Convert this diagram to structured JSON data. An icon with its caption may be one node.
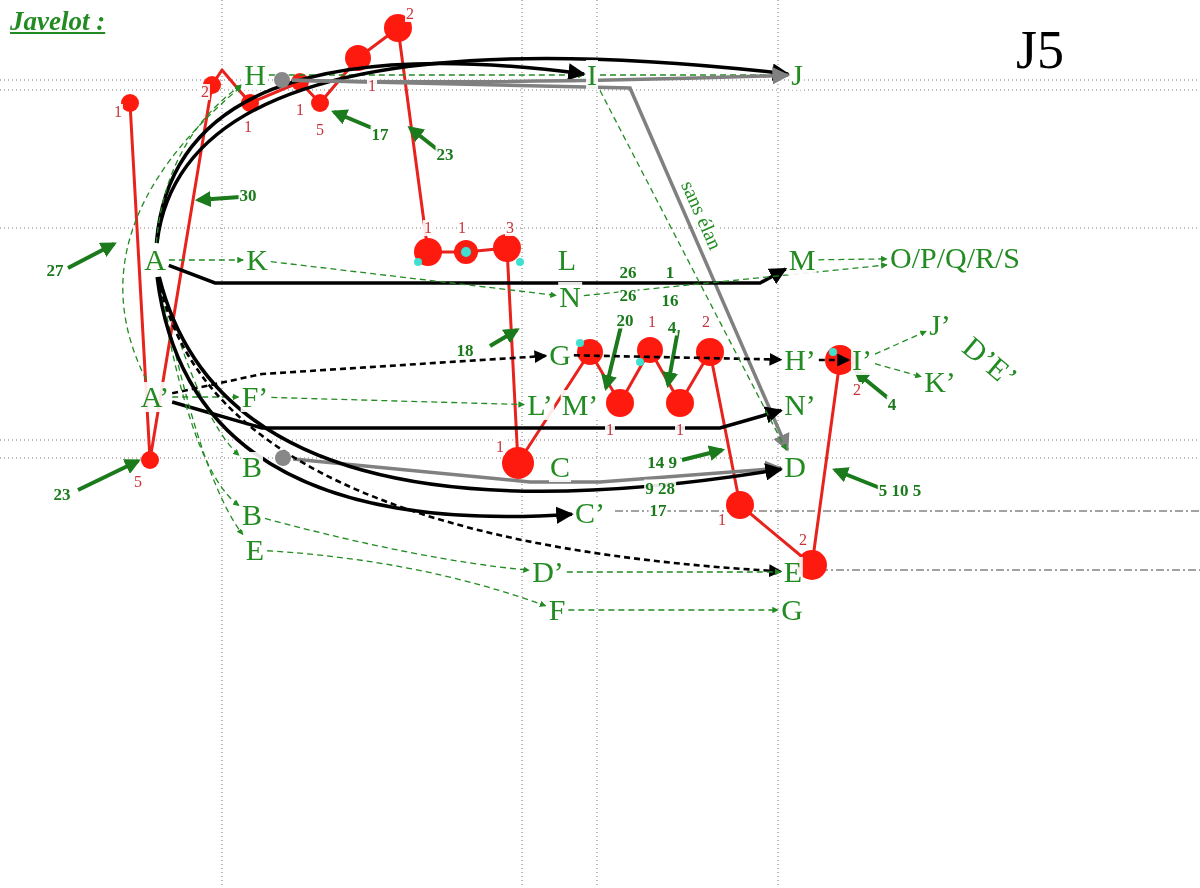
{
  "diagram": {
    "title": "Javelot :",
    "nodes": [
      {
        "text": [
          "H"
        ]
      },
      {
        "text": [
          "I"
        ]
      },
      {
        "text": [
          "J"
        ]
      },
      {
        "text": [
          "A"
        ]
      },
      {
        "text": [
          "K"
        ]
      },
      {
        "text": [
          "L"
        ]
      },
      {
        "text": [
          "M"
        ]
      },
      {
        "text": [
          "O/P/Q/R/S"
        ]
      },
      {
        "text": [
          "N"
        ]
      },
      {
        "text": [
          "G"
        ]
      },
      {
        "text": [
          "H’"
        ]
      },
      {
        "text": [
          "I’"
        ]
      },
      {
        "text": [
          "J’"
        ]
      },
      {
        "text": [
          "K’"
        ]
      },
      {
        "text": [
          "A’"
        ]
      },
      {
        "text": [
          "F’"
        ]
      },
      {
        "text": [
          "L’"
        ]
      },
      {
        "text": [
          "M’"
        ]
      },
      {
        "text": [
          "N’"
        ]
      },
      {
        "text": [
          "B"
        ]
      },
      {
        "text": [
          "C"
        ]
      },
      {
        "text": [
          "D"
        ]
      },
      {
        "text": [
          "B"
        ]
      },
      {
        "text": [
          "C’"
        ]
      },
      {
        "text": [
          "E"
        ]
      },
      {
        "text": [
          "D’"
        ]
      },
      {
        "text": [
          "E"
        ]
      },
      {
        "text": [
          "F"
        ]
      },
      {
        "text": [
          "G"
        ]
      },
      {
        "text": [],
        "shape": "circle"
      },
      {
        "text": [],
        "shape": "circle"
      }
    ],
    "edges": [
      {
        "from": 0,
        "to": 1,
        "arrow": "to",
        "style": "dashed"
      },
      {
        "from": 1,
        "to": 2,
        "arrow": "to",
        "style": "dashed"
      },
      {
        "from": 3,
        "to": 1,
        "arrow": "to",
        "style": "thick",
        "color": "#000000"
      },
      {
        "from": 3,
        "to": 2,
        "arrow": "to",
        "style": "thick",
        "color": "#000000"
      },
      {
        "from": 29,
        "to": 2,
        "arrow": "to",
        "style": "thick",
        "color": "#808080"
      },
      {
        "from": 29,
        "to": 21,
        "arrow": "to",
        "style": "thick",
        "color": "#808080"
      },
      {
        "from": 30,
        "to": 21,
        "arrow": "to",
        "style": "thick",
        "color": "#808080"
      },
      {
        "from": 3,
        "to": 4,
        "arrow": "to",
        "style": "dashed"
      },
      {
        "from": 3,
        "to": 6,
        "arrow": "to",
        "style": "thick",
        "color": "#000000"
      },
      {
        "from": 4,
        "to": 8,
        "arrow": "to",
        "style": "dashed"
      },
      {
        "from": 6,
        "to": 7,
        "arrow": "to",
        "style": "dashed"
      },
      {
        "from": 8,
        "to": 7,
        "arrow": "to",
        "style": "dashed"
      },
      {
        "from": 3,
        "to": 0,
        "arrow": "to",
        "style": "dashed"
      },
      {
        "from": 14,
        "to": 0,
        "arrow": "to",
        "style": "dashed"
      },
      {
        "from": 14,
        "to": 15,
        "arrow": "to",
        "style": "dashed"
      },
      {
        "from": 14,
        "to": 9,
        "arrow": "to",
        "style": "dashed",
        "color": "#000000"
      },
      {
        "from": 9,
        "to": 10,
        "arrow": "to",
        "style": "dashed",
        "color": "#000000"
      },
      {
        "from": 10,
        "to": 11,
        "arrow": "to",
        "style": "dashed",
        "color": "#000000"
      },
      {
        "from": 11,
        "to": 12,
        "arrow": "to",
        "style": "dashed"
      },
      {
        "from": 11,
        "to": 13,
        "arrow": "to",
        "style": "dashed"
      },
      {
        "from": 15,
        "to": 16,
        "arrow": "to",
        "style": "dashed"
      },
      {
        "from": 14,
        "to": 18,
        "arrow": "to",
        "style": "thick",
        "color": "#000000"
      },
      {
        "from": 3,
        "to": 19,
        "arrow": "to",
        "style": "dashed"
      },
      {
        "from": 3,
        "to": 22,
        "arrow": "to",
        "style": "dashed"
      },
      {
        "from": 3,
        "to": 24,
        "arrow": "to",
        "style": "dashed"
      },
      {
        "from": 3,
        "to": 21,
        "arrow": "to",
        "style": "thick",
        "color": "#000000"
      },
      {
        "from": 3,
        "to": 23,
        "arrow": "to",
        "style": "thick",
        "color": "#000000"
      },
      {
        "from": 3,
        "to": 26,
        "arrow": "to",
        "style": "dashed",
        "color": "#000000"
      },
      {
        "from": 22,
        "to": 25,
        "arrow": "to",
        "style": "dashed"
      },
      {
        "from": 24,
        "to": 27,
        "arrow": "to",
        "style": "dashed"
      },
      {
        "from": 25,
        "to": 26,
        "arrow": "to",
        "style": "dashed"
      },
      {
        "from": 27,
        "to": 28,
        "arrow": "to",
        "style": "dashed"
      },
      {
        "from": 1,
        "to": 21,
        "arrow": "to",
        "style": "dashed"
      }
    ],
    "labels": [
      "J5",
      "2",
      "1",
      "2",
      "1",
      "1",
      "1",
      "5",
      "17",
      "23",
      "30",
      "1",
      "1",
      "3",
      "sans élan",
      "27",
      "26",
      "1",
      "26",
      "16",
      "20",
      "1",
      "4",
      "2",
      "18",
      "D’E’",
      "2",
      "4",
      "1",
      "1",
      "1",
      "14 9",
      "23",
      "5",
      "9 28",
      "5 10 5",
      "17",
      "1",
      "2"
    ]
  }
}
